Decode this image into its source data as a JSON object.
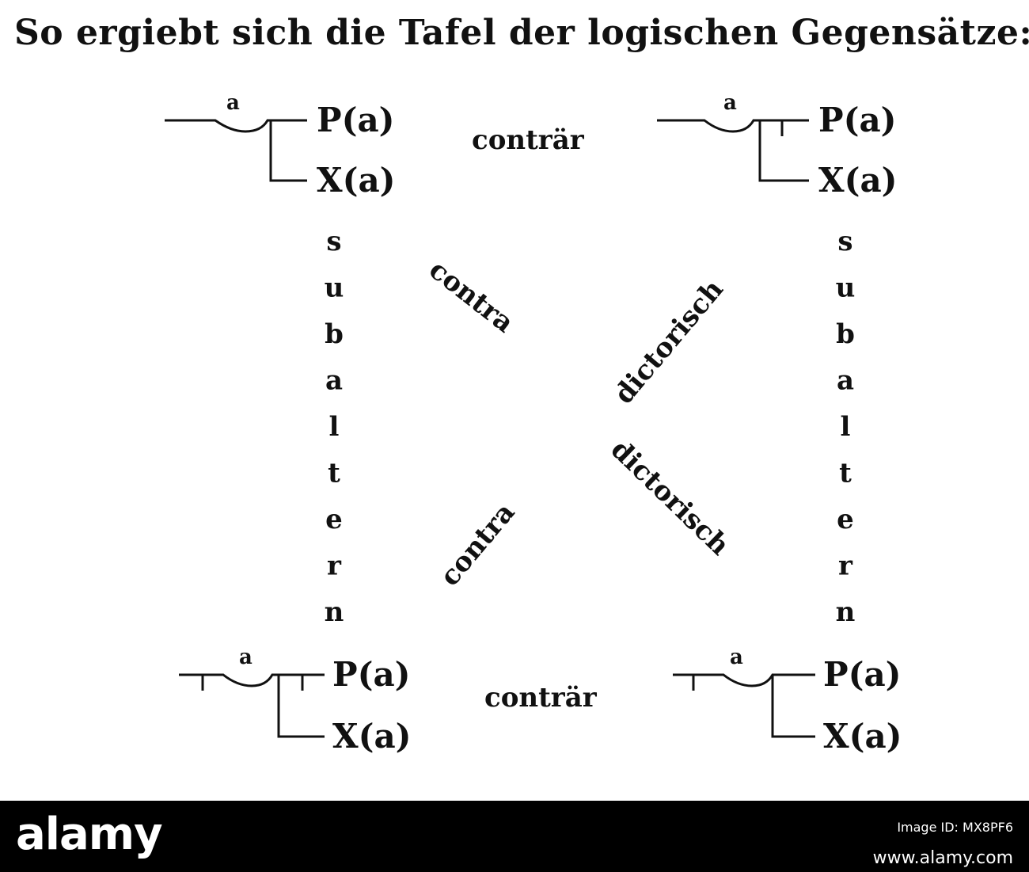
{
  "heading": "So ergiebt sich die Tafel der logischen Gegensätze:",
  "corners": {
    "top_left": {
      "variable": "a",
      "line1": "P(a)",
      "line2": "X(a)"
    },
    "top_right": {
      "variable": "a",
      "line1": "P(a)",
      "line2": "X(a)"
    },
    "bottom_left": {
      "variable": "a",
      "line1": "P(a)",
      "line2": "X(a)"
    },
    "bottom_right": {
      "variable": "a",
      "line1": "P(a)",
      "line2": "X(a)"
    }
  },
  "relations": {
    "top": "conträr",
    "bottom": "conträr",
    "left_vertical": "subaltern",
    "right_vertical": "subaltern",
    "diagonal_1": "contra",
    "diagonal_1b": "dictorisch",
    "diagonal_2": "contra",
    "diagonal_2b": "dictorisch"
  },
  "footer": {
    "brand": "alamy",
    "image_id": "Image ID: MX8PF6",
    "url": "www.alamy.com"
  }
}
